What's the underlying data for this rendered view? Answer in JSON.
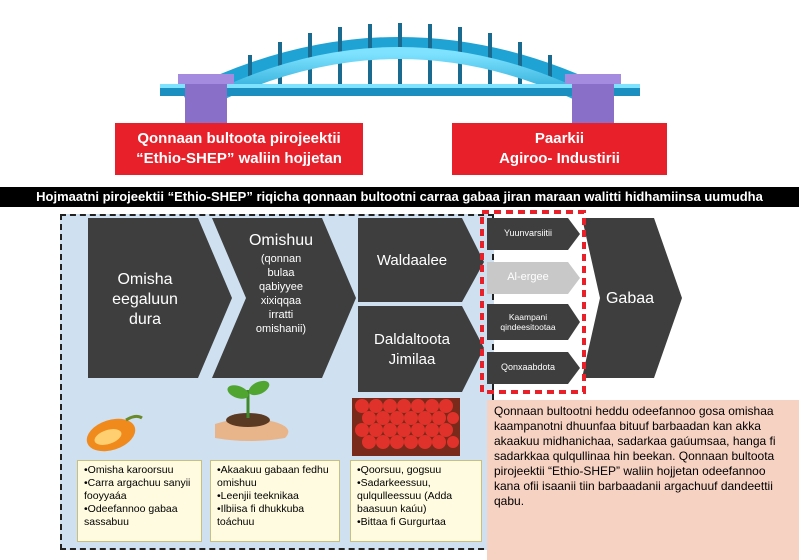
{
  "bridge": {
    "left_label": [
      "Qonnaan bultoota pirojeektii",
      "“Ethio-SHEP” waliin hojjetan"
    ],
    "right_label": [
      "Paarkii",
      "Agiroo- Industirii"
    ]
  },
  "banner": "Hojmaatni pirojeektii “Ethio-SHEP” riqicha qonnaan bultootni carraa gabaa jiran maraan walitti hidhamiinsa uumudha",
  "chevrons": {
    "omisha": [
      "Omisha",
      "eegaluun",
      "dura"
    ],
    "omishuu_title": "Omishuu",
    "omishuu_sub": [
      "(qonnan",
      "bulaa",
      "qabiyyee",
      "xixiqqaa",
      "irratti",
      "omishanii)"
    ],
    "waldaalee": "Waldaalee",
    "daldaltoota": [
      "Daldaltoota",
      "Jimilaa"
    ],
    "gabaa": "Gabaa"
  },
  "buyers": [
    "Yuunvarsiitii",
    "Al-ergee",
    "Kaampani qindeesitootaa",
    "Qonxaabdota"
  ],
  "notes": {
    "col1": [
      "•Omisha karoorsuu",
      "•Carra argachuu sanyii fooyyaáa",
      "•Odeefannoo gabaa sassabuu"
    ],
    "col2": [
      "•Akaakuu gabaan fedhu omishuu",
      "•Leenjii teeknikaa",
      "•Ilbiisa fi dhukkuba toáchuu"
    ],
    "col3": [
      "•Qoorsuu, gogsuu",
      "•Sadarkeessuu, qulqulleessuu (Adda baasuun kaúu)",
      "•Bittaa fi Gurgurtaa"
    ]
  },
  "description": "Qonnaan bultootni heddu odeefannoo gosa omishaa kaampanotni dhuunfaa bituuf barbaadan kan akka akaakuu midhanichaa, sadarkaa gaúumsaa, hanga fi sadarkkaa qulqullinaa hin beekan. Qonnaan bultoota pirojeektii “Ethio-SHEP” waliin hojjetan odeefannoo kana ofii isaanii tiin barbaadanii argachuuf dandeettii qabu.",
  "colors": {
    "red": "#e8202a",
    "dark": "#3e3e3e",
    "blue": "#cfe0f1",
    "salmon": "#f6d2c3",
    "bridge_arch": "#2ab0d8",
    "bridge_pillar": "#8a6fc8"
  }
}
